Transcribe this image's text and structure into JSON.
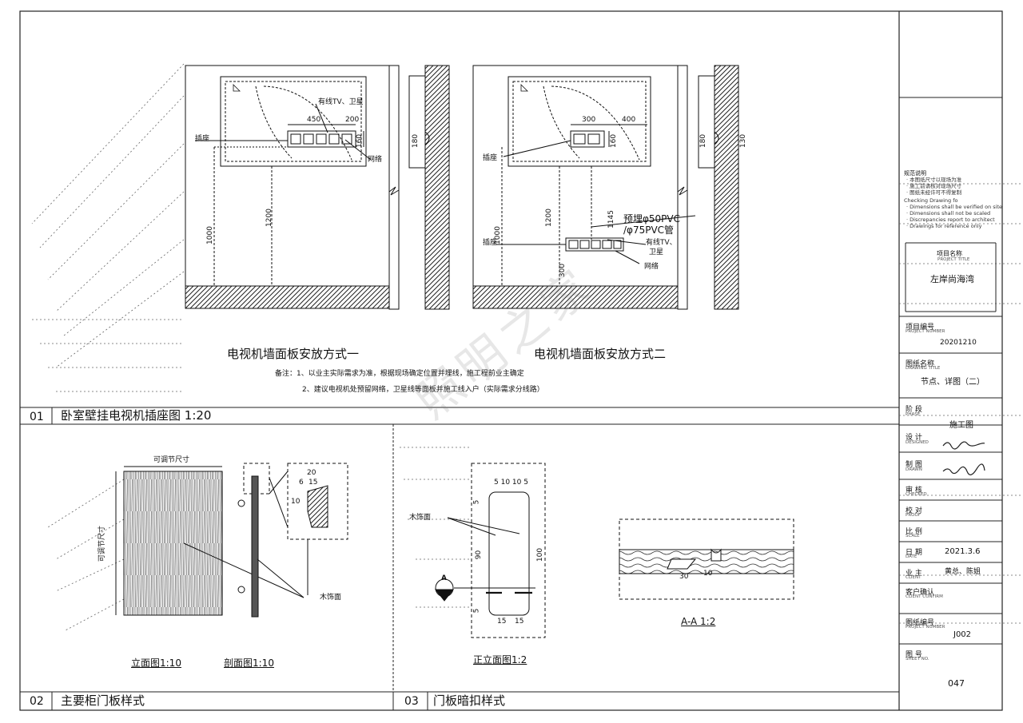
{
  "sheet": {
    "title_block": {
      "notes_heading": "规范说明",
      "notes_lines": [
        "· 本图纸尺寸以现场为准",
        "· 施工前请核对现场尺寸",
        "· 图纸未经许可不得复制",
        "Checking Drawing fo",
        "· Dimensions shall be verified on site",
        "· Dimensions shall not be scaled",
        "· Discrepancies report to architect",
        "· Drawings for reference only"
      ],
      "project_name_label": "项目名称",
      "project_name_sub": "PROJECT TITLE",
      "project_name": "左岸尚海湾",
      "project_no_label": "项目编号",
      "project_no_sub": "PROJECT NUMBER",
      "project_no": "20201210",
      "drawing_name_label": "图纸名称",
      "drawing_name_sub": "DRAWING TITLE",
      "drawing_name": "节点、详图（二）",
      "stage_label": "阶  段",
      "stage_sub": "PHASE",
      "stage": "施工图",
      "design_label": "设  计",
      "design_sub": "DESIGNED",
      "drawn_label": "制  图",
      "drawn_sub": "DRAWN",
      "review_label": "审  核",
      "review_sub": "CHECKED",
      "proof_label": "校  对",
      "proof_sub": "PROOF",
      "scale_label": "比  例",
      "scale_sub": "SCALE",
      "date_label": "日  期",
      "date_sub": "DATE",
      "date": "2021.3.6",
      "owner_label": "业  主",
      "owner_sub": "CLIENT",
      "owner": "黄总、陈姐",
      "client_confirm_label": "客户确认",
      "client_confirm_sub": "CLIENT CONFIRM",
      "drawing_no_label": "图纸编号",
      "drawing_no_sub": "PROJECT NUMBER",
      "drawing_no": "J002",
      "sheet_no_label": "图  号",
      "sheet_no_sub": "SHEET NO.",
      "sheet_no": "047"
    },
    "panel01": {
      "num": "01",
      "title": "卧室壁挂电视机插座图 1:20",
      "caption1": "电视机墙面板安放方式一",
      "caption2": "电视机墙面板安放方式二",
      "note1": "备注：1、以业主实际需求为准，根据现场确定位置并埋线，施工程前业主确定",
      "note2": "2、建议电视机处预留网络，卫星线等面板并施工线入户（实际需求分线路）",
      "left": {
        "label_tv": "有线TV、卫星",
        "label_socket": "插座",
        "label_network": "网络",
        "dim_450": "450",
        "dim_200": "200",
        "dim_160": "160",
        "dim_180": "180",
        "dim_1000": "1000",
        "dim_1200": "1200"
      },
      "right": {
        "label_socket_top": "插座",
        "label_pipe1": "预埋φ50PVC",
        "label_pipe2": "/φ75PVC管",
        "label_socket_low": "插座",
        "label_tv1": "有线TV、",
        "label_tv2": "卫星",
        "label_network": "网络",
        "dim_300": "300",
        "dim_400": "400",
        "dim_160": "160",
        "dim_180": "180",
        "dim_130": "130",
        "dim_1000": "1000",
        "dim_1200": "1200",
        "dim_1145": "1145",
        "dim_300b": "300"
      }
    },
    "panel02": {
      "num": "02",
      "title": "主要柜门板样式",
      "label_adj_w": "可调节尺寸",
      "label_adj_h": "可调节尺寸",
      "label_wood": "木饰面",
      "dim_20": "20",
      "dim_15": "15",
      "dim_6": "6",
      "dim_10": "10",
      "caption_elev": "立面图1:10",
      "caption_sect": "剖面图1:10"
    },
    "panel03": {
      "num": "03",
      "title": "门板暗扣样式",
      "label_wood": "木饰面",
      "dims_top": "5 10 10 5",
      "dim_5a": "5",
      "dim_90": "90",
      "dim_5b": "5",
      "dim_100": "100",
      "dim_15a": "15",
      "dim_15b": "15",
      "section_marker": "A",
      "caption_front": "正立面图1:2",
      "caption_aa": "A-A 1:2",
      "dim_10": "10",
      "dim_30": "30"
    },
    "watermark": "照明之家"
  }
}
